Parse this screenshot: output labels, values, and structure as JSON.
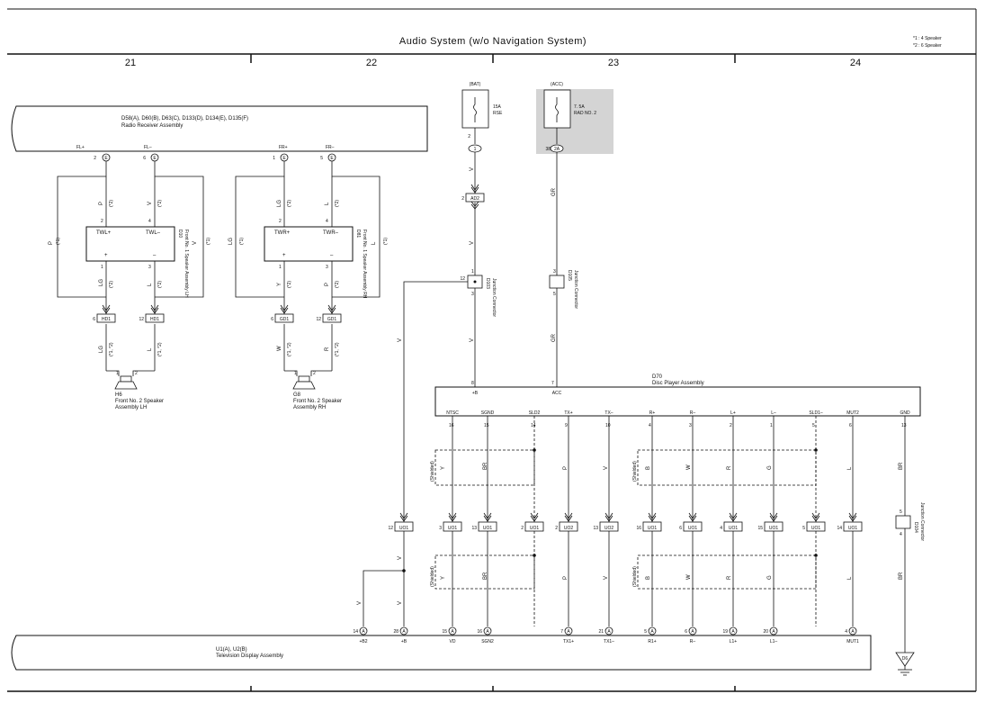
{
  "title": "Audio System (w/o Navigation System)",
  "notes": [
    "*1 : 4 Speaker",
    "*2 : 6 Speaker"
  ],
  "columns": [
    "21",
    "22",
    "23",
    "24"
  ],
  "radio": {
    "code": "D58(A), D60(B), D63(C), D133(D), D134(E), D135(F)",
    "name": "Radio Receiver Assembly",
    "pins": [
      {
        "no": "2",
        "conn": "E",
        "sig": "FL+"
      },
      {
        "no": "6",
        "conn": "E",
        "sig": "FL–"
      },
      {
        "no": "1",
        "conn": "E",
        "sig": "FR+"
      },
      {
        "no": "5",
        "conn": "E",
        "sig": "FR–"
      }
    ]
  },
  "fuses": [
    {
      "source": "(BAT)",
      "rating": "15A",
      "name": "RSE",
      "pin": "2",
      "conn": "1"
    },
    {
      "source": "(ACC)",
      "rating": "7. 5A",
      "name": "RAD NO. 2",
      "pin": "38",
      "conn": "2A"
    }
  ],
  "tweeter_lh": {
    "code": "D10",
    "name": "Front No. 1 Speaker Assembly LH",
    "plus": "TWL+",
    "minus": "TWL–",
    "pins": [
      "2",
      "4",
      "1",
      "3"
    ]
  },
  "tweeter_rh": {
    "code": "D81",
    "name": "Front No. 1 Speaker Assembly RH",
    "plus": "TWR+",
    "minus": "TWR–",
    "pins": [
      "2",
      "4",
      "1",
      "3"
    ]
  },
  "speaker_lh": {
    "code": "H6",
    "name1": "Front No. 2 Speaker",
    "name2": "Assembly LH",
    "pins": [
      "1",
      "2"
    ]
  },
  "speaker_rh": {
    "code": "G8",
    "name1": "Front No. 2 Speaker",
    "name2": "Assembly RH",
    "pins": [
      "1",
      "2"
    ]
  },
  "hd_conn": [
    {
      "pin": "6",
      "label": "HD1"
    },
    {
      "pin": "12",
      "label": "HD1"
    }
  ],
  "gd_conn": [
    {
      "pin": "6",
      "label": "GD1"
    },
    {
      "pin": "12",
      "label": "GD1"
    }
  ],
  "jc_ad2": {
    "pin": "2",
    "label": "AD2"
  },
  "jc_d103": {
    "code": "D103",
    "name": "Junction Connector",
    "pins": [
      "12",
      "1",
      "3"
    ]
  },
  "jc_d105": {
    "code": "D105",
    "name": "Junction Connector",
    "pins": [
      "3",
      "5"
    ]
  },
  "jc_d104": {
    "code": "D104",
    "name": "Junction Connector",
    "pins": [
      "5",
      "4"
    ]
  },
  "disc": {
    "code": "D70",
    "name": "Disc Player Assembly",
    "power": [
      {
        "pin": "8",
        "sig": "+B"
      },
      {
        "pin": "7",
        "sig": "ACC"
      }
    ],
    "signals": [
      {
        "sig": "NTSC",
        "pin": "16"
      },
      {
        "sig": "SGND",
        "pin": "15"
      },
      {
        "sig": "SLD2",
        "pin": "14"
      },
      {
        "sig": "TX+",
        "pin": "9"
      },
      {
        "sig": "TX–",
        "pin": "10"
      },
      {
        "sig": "R+",
        "pin": "4"
      },
      {
        "sig": "R–",
        "pin": "3"
      },
      {
        "sig": "L+",
        "pin": "2"
      },
      {
        "sig": "L–",
        "pin": "1"
      },
      {
        "sig": "SLD1–",
        "pin": "5"
      },
      {
        "sig": "MUT2",
        "pin": "6"
      },
      {
        "sig": "GND",
        "pin": "13"
      }
    ]
  },
  "uo_conns": [
    {
      "pin": "12",
      "label": "UO1"
    },
    {
      "pin": "3",
      "label": "UO1"
    },
    {
      "pin": "13",
      "label": "UO1"
    },
    {
      "pin": "2",
      "label": "UO1"
    },
    {
      "pin": "2",
      "label": "UO2"
    },
    {
      "pin": "13",
      "label": "UO2"
    },
    {
      "pin": "16",
      "label": "UO1"
    },
    {
      "pin": "6",
      "label": "UO1"
    },
    {
      "pin": "4",
      "label": "UO1"
    },
    {
      "pin": "15",
      "label": "UO1"
    },
    {
      "pin": "5",
      "label": "UO1"
    },
    {
      "pin": "14",
      "label": "UO1"
    }
  ],
  "tv": {
    "code": "U1(A), U2(B)",
    "name": "Television Display Assembly",
    "pins": [
      {
        "pin": "14",
        "conn": "A",
        "sig": "+B2"
      },
      {
        "pin": "28",
        "conn": "A",
        "sig": "+B"
      },
      {
        "pin": "15",
        "conn": "A",
        "sig": "VD"
      },
      {
        "pin": "16",
        "conn": "A",
        "sig": "SGN2"
      },
      {
        "pin": "7",
        "conn": "A",
        "sig": "TX1+"
      },
      {
        "pin": "21",
        "conn": "A",
        "sig": "TX1–"
      },
      {
        "pin": "5",
        "conn": "A",
        "sig": "R1+"
      },
      {
        "pin": "6",
        "conn": "A",
        "sig": "R–"
      },
      {
        "pin": "19",
        "conn": "A",
        "sig": "L1+"
      },
      {
        "pin": "20",
        "conn": "A",
        "sig": "L1–"
      },
      {
        "pin": "4",
        "conn": "A",
        "sig": "MUT1"
      }
    ]
  },
  "ground": "D6",
  "shielded": "(Shielded)",
  "speaker_marks": {
    "s1": "(*1)",
    "s2": "(*2)",
    "s12": "(*1, *2)"
  },
  "wires": {
    "lh_p": "P",
    "lh_v": "V",
    "lh_lg": "LG",
    "lh_l": "L",
    "rh_lg": "LG",
    "rh_l": "L",
    "rh_y": "Y",
    "rh_p": "P",
    "rh_w": "W",
    "rh_r": "R",
    "outer_lh_p": "P",
    "outer_lh_v": "V",
    "outer_rh_lg": "LG",
    "outer_rh_l": "L",
    "bat": "V",
    "acc": "GR",
    "tv_v": "V",
    "sig": [
      "Y",
      "BR",
      "P",
      "V",
      "B",
      "W",
      "R",
      "G",
      "L",
      "BR"
    ]
  }
}
